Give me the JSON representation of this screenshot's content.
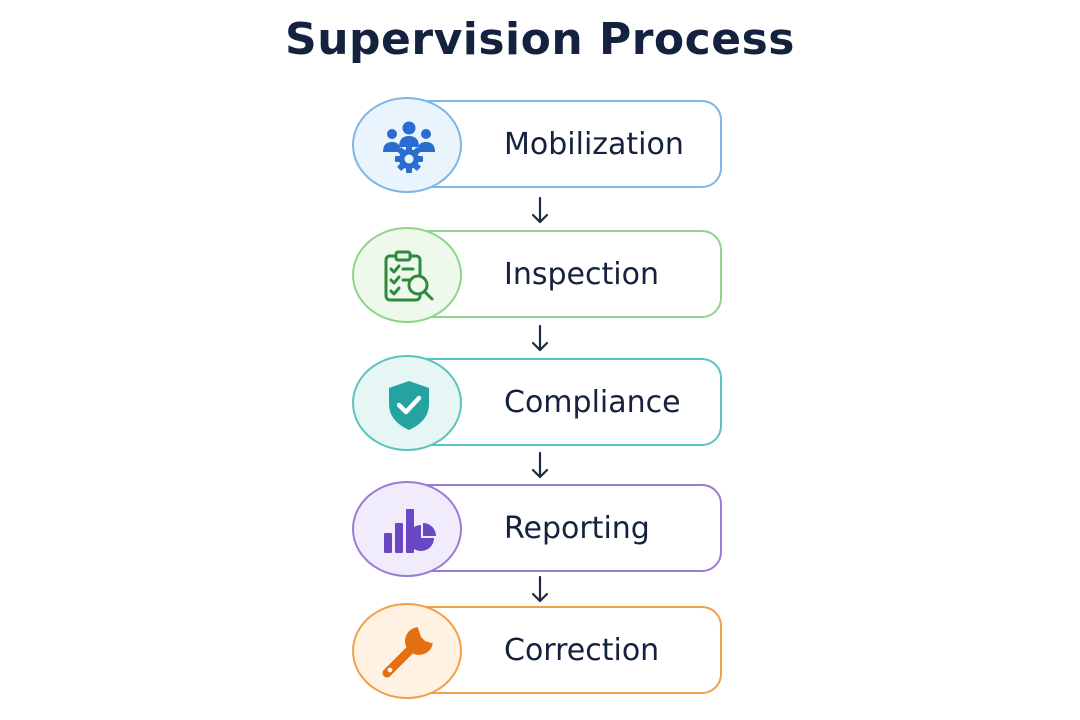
{
  "title": "Supervision Process",
  "steps": [
    {
      "label": "Mobilization",
      "icon": "team-gear-icon",
      "accent": "#7fb6e6",
      "tint": "#eaf4fd",
      "icon_color": "#2a6ccf"
    },
    {
      "label": "Inspection",
      "icon": "clipboard-search-icon",
      "accent": "#8fd48a",
      "tint": "#eef9ec",
      "icon_color": "#2e8a3e"
    },
    {
      "label": "Compliance",
      "icon": "shield-check-icon",
      "accent": "#5cc2c0",
      "tint": "#e6f6f5",
      "icon_color": "#25a3a0"
    },
    {
      "label": "Reporting",
      "icon": "bar-pie-chart-icon",
      "accent": "#9b7bd6",
      "tint": "#f1ecfb",
      "icon_color": "#6a48c4"
    },
    {
      "label": "Correction",
      "icon": "wrench-icon",
      "accent": "#f0a04b",
      "tint": "#fff2e3",
      "icon_color": "#e46f10"
    }
  ],
  "arrow_color": "#1f2a44"
}
